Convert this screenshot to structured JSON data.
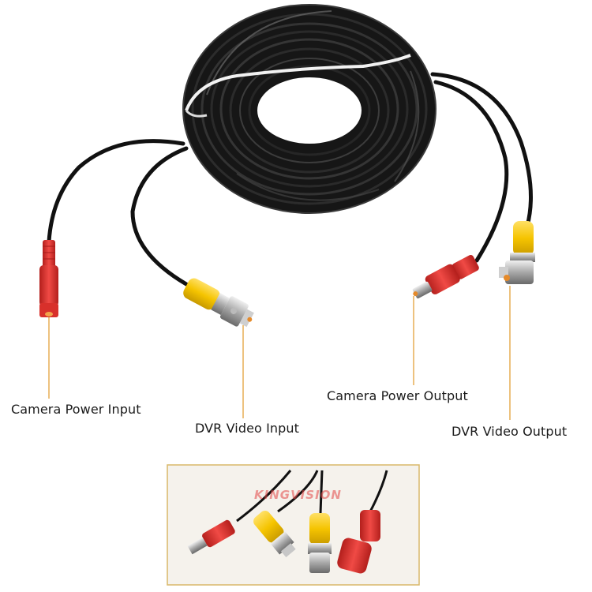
{
  "labels": {
    "camera_power_input": "Camera Power Input",
    "dvr_video_input": "DVR Video Input",
    "camera_power_output": "Camera Power Output",
    "dvr_video_output": "DVR Video Output"
  },
  "brand": "KINGVISION",
  "colors": {
    "cable": "#111111",
    "power_plug": "#e8332f",
    "video_plug": "#f5c400",
    "callout_line": "#e3a23a",
    "inset_border": "#d9b86a",
    "inset_bg": "#f5f2ec"
  }
}
